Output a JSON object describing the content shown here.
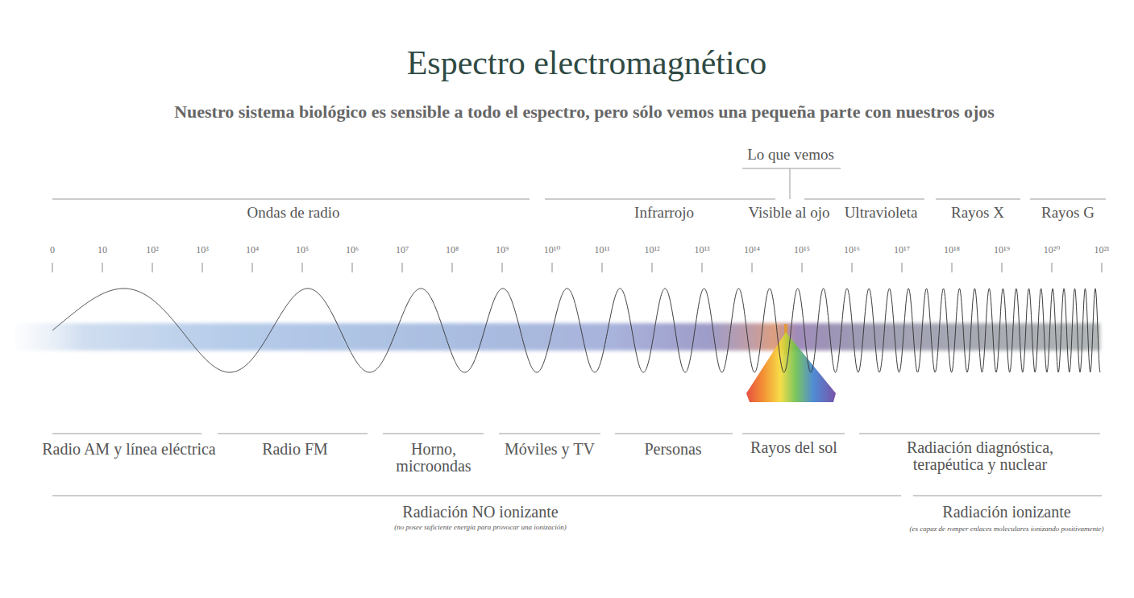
{
  "diagram": {
    "title": "Espectro electromagnético",
    "labels": [
      "Nuestro sistema biológico es sensible a todo el espectro, pero sólo vemos una pequeña parte con nuestros ojos",
      "Lo que vemos",
      "Ondas de radio",
      "Infrarrojo",
      "Visible al ojo",
      "Ultravioleta",
      "Rayos X",
      "Rayos G",
      "0",
      "10",
      "10²",
      "10³",
      "10⁴",
      "10⁵",
      "10⁶",
      "10⁷",
      "10⁸",
      "10⁹",
      "10¹⁰",
      "10¹¹",
      "10¹²",
      "10¹³",
      "10¹⁴",
      "10¹⁵",
      "10¹⁶",
      "10¹⁷",
      "10¹⁸",
      "10¹⁹",
      "10²⁰",
      "10²¹",
      "Radio AM y línea eléctrica",
      "Radio FM",
      "Horno, microondas",
      "Móviles y TV",
      "Personas",
      "Rayos del sol",
      "Radiación diagnóstica, terapéutica y nuclear",
      "Radiación NO ionizante",
      "(no posee suficiente energía para provocar una ionización)",
      "Radiación ionizante",
      "(es capaz de romper enlaces moleculares ionizando positivamente)"
    ]
  }
}
